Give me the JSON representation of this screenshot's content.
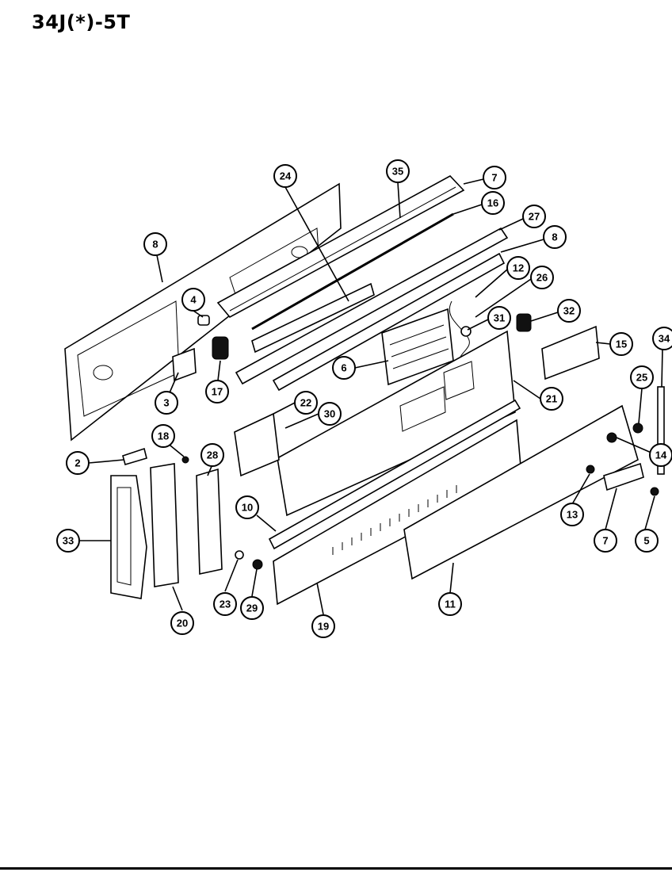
{
  "title": "34J(*)-5T",
  "callouts": [
    {
      "id": "callout-24",
      "label": "24"
    },
    {
      "id": "callout-35",
      "label": "35"
    },
    {
      "id": "callout-7-top",
      "label": "7"
    },
    {
      "id": "callout-16",
      "label": "16"
    },
    {
      "id": "callout-27",
      "label": "27"
    },
    {
      "id": "callout-8-left",
      "label": "8"
    },
    {
      "id": "callout-8-right",
      "label": "8"
    },
    {
      "id": "callout-12",
      "label": "12"
    },
    {
      "id": "callout-26",
      "label": "26"
    },
    {
      "id": "callout-4",
      "label": "4"
    },
    {
      "id": "callout-32",
      "label": "32"
    },
    {
      "id": "callout-31",
      "label": "31"
    },
    {
      "id": "callout-15",
      "label": "15"
    },
    {
      "id": "callout-34",
      "label": "34"
    },
    {
      "id": "callout-6",
      "label": "6"
    },
    {
      "id": "callout-17",
      "label": "17"
    },
    {
      "id": "callout-3",
      "label": "3"
    },
    {
      "id": "callout-21",
      "label": "21"
    },
    {
      "id": "callout-25",
      "label": "25"
    },
    {
      "id": "callout-22",
      "label": "22"
    },
    {
      "id": "callout-30",
      "label": "30"
    },
    {
      "id": "callout-18",
      "label": "18"
    },
    {
      "id": "callout-28",
      "label": "28"
    },
    {
      "id": "callout-2",
      "label": "2"
    },
    {
      "id": "callout-14",
      "label": "14"
    },
    {
      "id": "callout-10",
      "label": "10"
    },
    {
      "id": "callout-13",
      "label": "13"
    },
    {
      "id": "callout-7-bottom",
      "label": "7"
    },
    {
      "id": "callout-5",
      "label": "5"
    },
    {
      "id": "callout-33",
      "label": "33"
    },
    {
      "id": "callout-23",
      "label": "23"
    },
    {
      "id": "callout-29",
      "label": "29"
    },
    {
      "id": "callout-11",
      "label": "11"
    },
    {
      "id": "callout-20",
      "label": "20"
    },
    {
      "id": "callout-19",
      "label": "19"
    }
  ]
}
